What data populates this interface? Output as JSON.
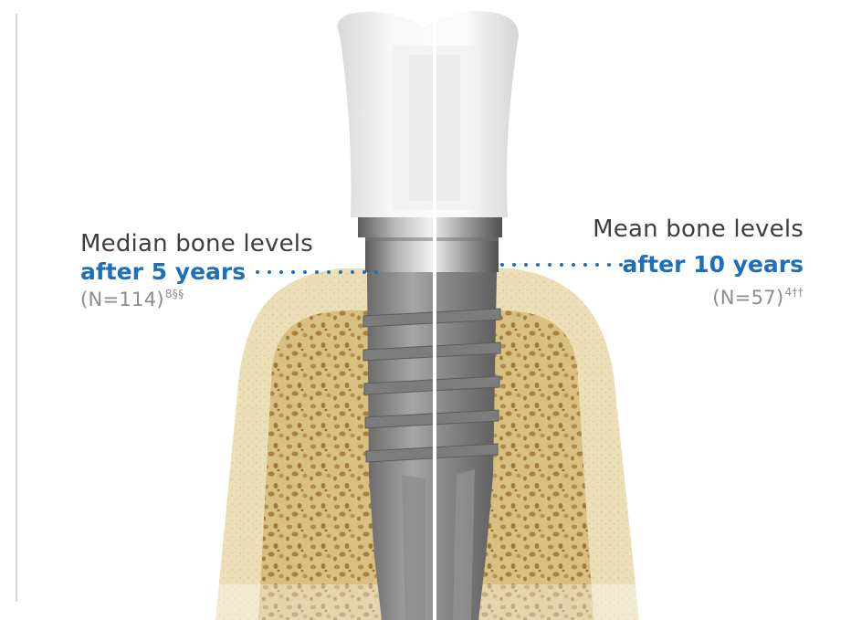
{
  "accent_color": "#1d6fb8",
  "left_callout": {
    "line1": "Median bone levels",
    "line2": "after 5 years",
    "count": "(N=114)",
    "refs": "8§§"
  },
  "right_callout": {
    "line1": "Mean bone levels",
    "line2": "after 10 years",
    "count": "(N=57)",
    "refs": "4††"
  }
}
